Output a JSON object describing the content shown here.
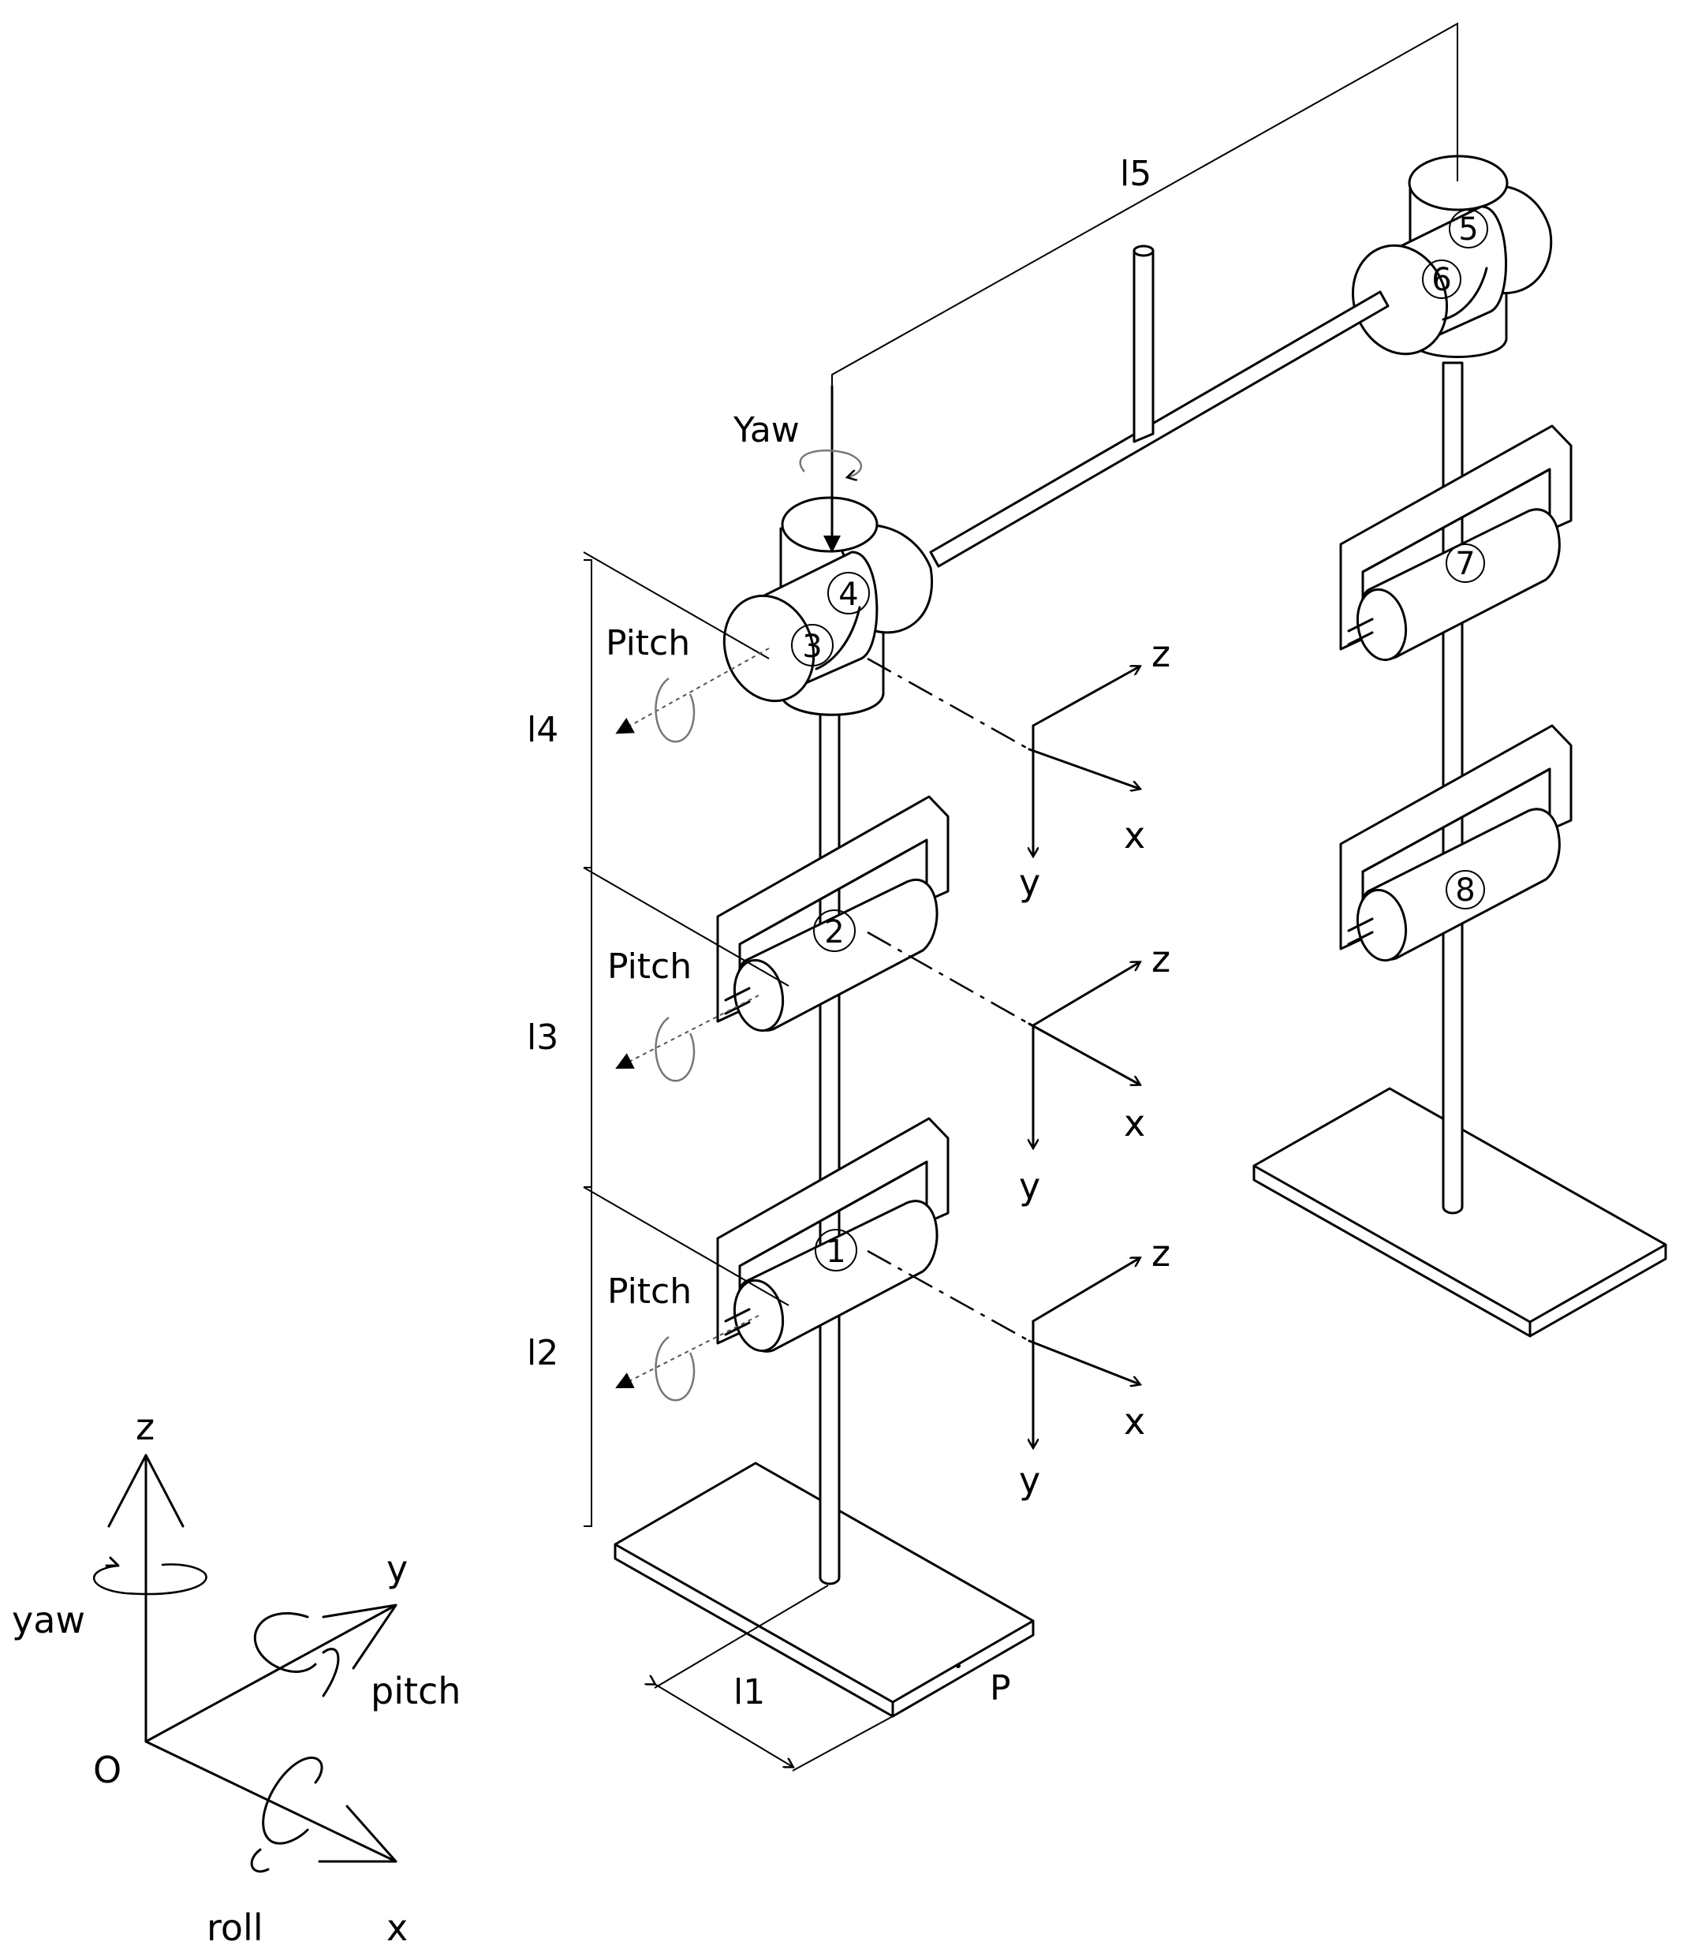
{
  "dimensions": {
    "l1": "l1",
    "l2": "l2",
    "l3": "l3",
    "l4": "l4",
    "l5": "l5"
  },
  "joints": [
    "1",
    "2",
    "3",
    "4",
    "5",
    "6",
    "7",
    "8"
  ],
  "motion_labels": {
    "pitch_1": "Pitch",
    "pitch_2": "Pitch",
    "pitch_3": "Pitch",
    "yaw": "Yaw"
  },
  "frame_axes": {
    "x": "x",
    "y": "y",
    "z": "z"
  },
  "point_label": "P",
  "reference_frame": {
    "origin": "O",
    "x": "x",
    "y": "y",
    "z": "z",
    "roll": "roll",
    "pitch": "pitch",
    "yaw": "yaw"
  }
}
